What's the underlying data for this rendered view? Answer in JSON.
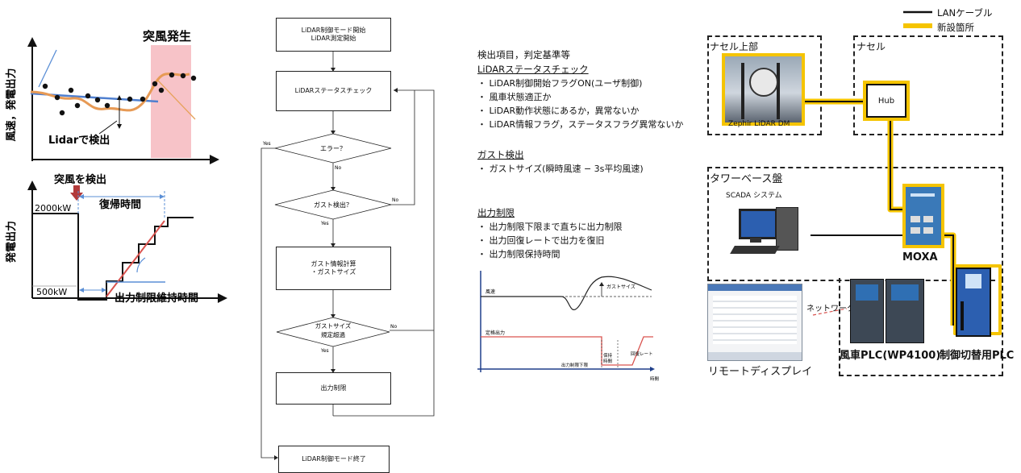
{
  "gust_chart": {
    "y_label": "風速，発電出力",
    "gust_label": "突風発生",
    "detect_label": "Lidarで検出"
  },
  "power_chart": {
    "y_label": "発電出力",
    "detect_gust_label": "突風を検出",
    "recovery_label": "復帰時間",
    "level_high": "2000kW",
    "level_low": "500kW",
    "hold_label": "出力制限維持時間"
  },
  "flowchart": {
    "start": [
      "LiDAR制御モード開始",
      "LiDAR測定開始"
    ],
    "status_check": "LiDARステータスチェック",
    "error": "エラー？",
    "gust_detect": "ガスト検出？",
    "calc": [
      "ガスト情報計算",
      "・ガストサイズ"
    ],
    "exceed": [
      "ガストサイズ",
      "規定超過"
    ],
    "limit": "出力制限",
    "end": "LiDAR制御モード終了",
    "yes": "Yes",
    "no": "No"
  },
  "criteria": {
    "intro": "検出項目，判定基準等",
    "sections": [
      {
        "heading": "LiDARステータスチェック",
        "items": [
          "LiDAR制御開始フラグON(ユーザ制御)",
          "風車状態適正か",
          "LiDAR動作状態にあるか，異常ないか",
          "LiDAR情報フラグ，ステータスフラグ異常ないか"
        ]
      },
      {
        "heading": "ガスト検出",
        "items": [
          "ガストサイズ(瞬時風速 − 3s平均風速)"
        ]
      },
      {
        "heading": "出力制限",
        "items": [
          "出力制限下限まで直ちに出力制限",
          "出力回復レートで出力を復旧",
          "出力制限保持時間"
        ]
      }
    ]
  },
  "mini_chart": {
    "wind_label": "風速",
    "rated_label": "定格出力",
    "gust_size": "ガストサイズ",
    "hold": [
      "保持",
      "時間"
    ],
    "recovery": "回復レート",
    "lower_limit": "出力制限下限",
    "time": "時間"
  },
  "network": {
    "legend": {
      "lan": "LANケーブル",
      "new": "新設箇所"
    },
    "nacelle_top": "ナセル上部",
    "nacelle": "ナセル",
    "lidar": "Zephir LiDAR DM",
    "hub": "Hub",
    "tower_base": "タワーベース盤",
    "scada": "SCADA システム",
    "moxa": "MOXA",
    "remote": "リモートディスプレイ",
    "network_label": "ネットワーク",
    "plc": "風車PLC(WP4100)",
    "switch_plc": "制御切替用PLC",
    "colors": {
      "lan": "#111111",
      "new": "#f5c400"
    }
  }
}
